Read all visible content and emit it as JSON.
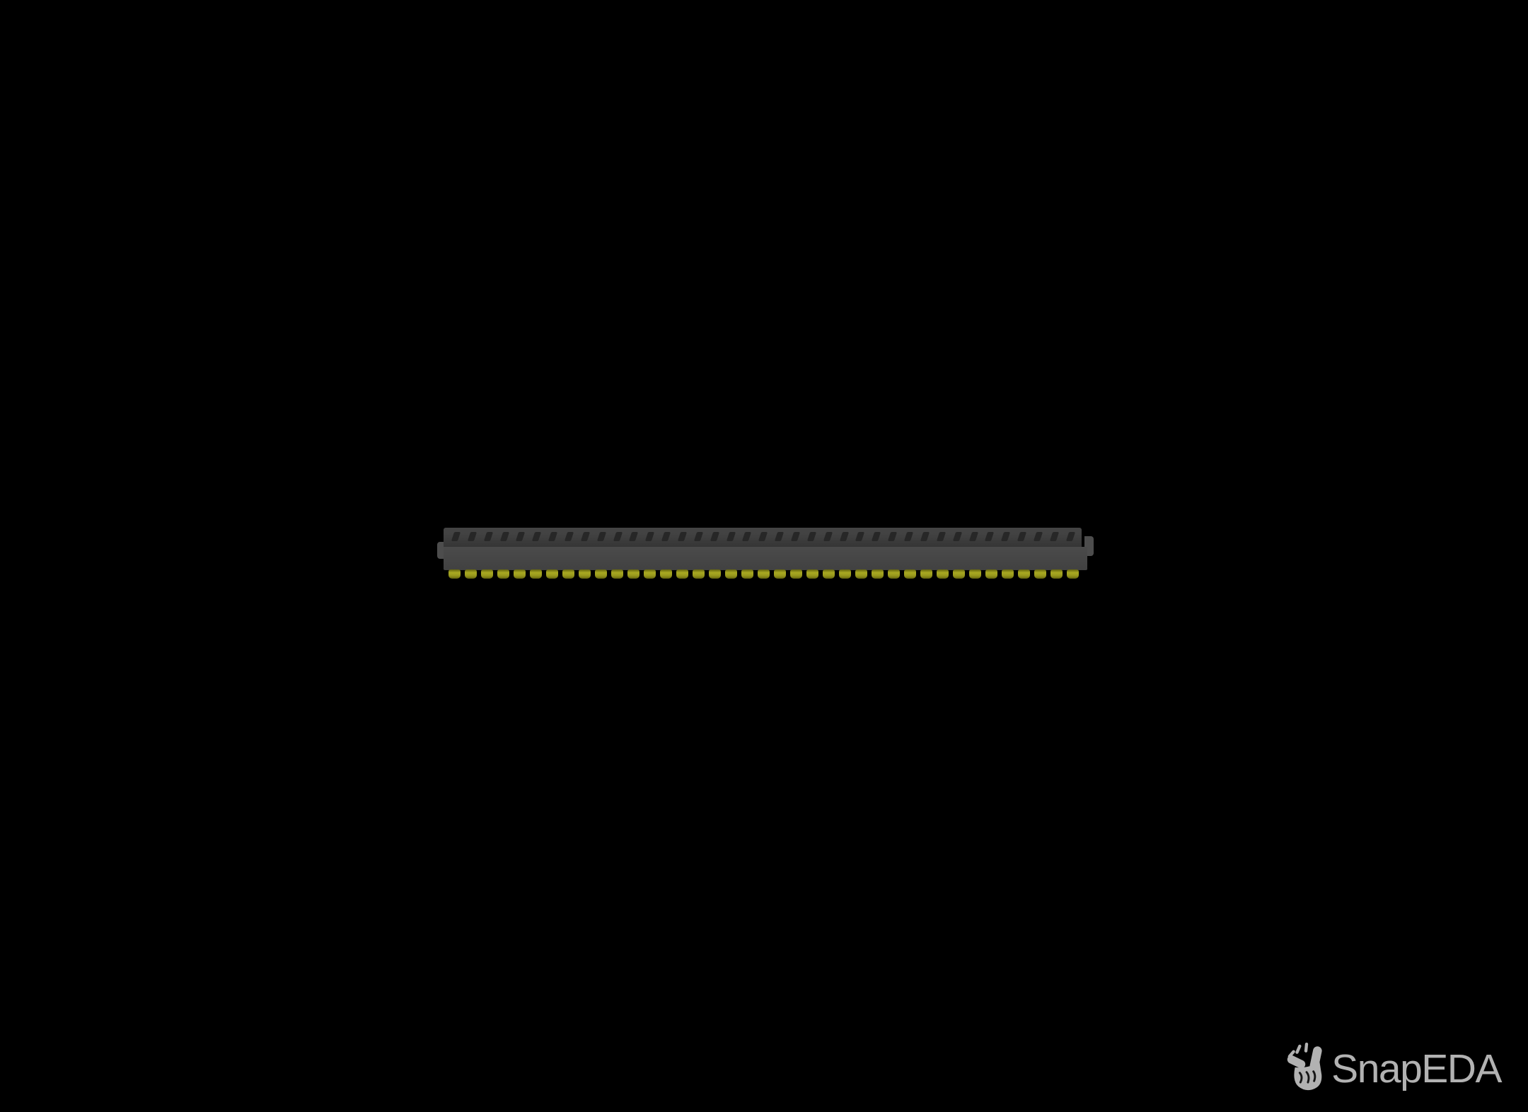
{
  "scene": {
    "background_color": "#000000",
    "description": "3D model preview, side view of a multi-position connector strip"
  },
  "component": {
    "type": "connector-3d-render",
    "pin_count": 39,
    "slot_count": 39,
    "colors": {
      "body_face_top": "#4b4b4b",
      "body_face_bottom": "#414141",
      "top_band_top": "#434343",
      "top_band_bottom": "#353535",
      "slot": "#272727",
      "end_tab": "#4d4d4d",
      "pin_light": "#a9a922",
      "pin_mid": "#96961b",
      "pin_dark": "#63630e"
    }
  },
  "watermark": {
    "brand": "SnapEDA",
    "icon": "snap-fingers-icon",
    "color": "#b2b2b2"
  }
}
